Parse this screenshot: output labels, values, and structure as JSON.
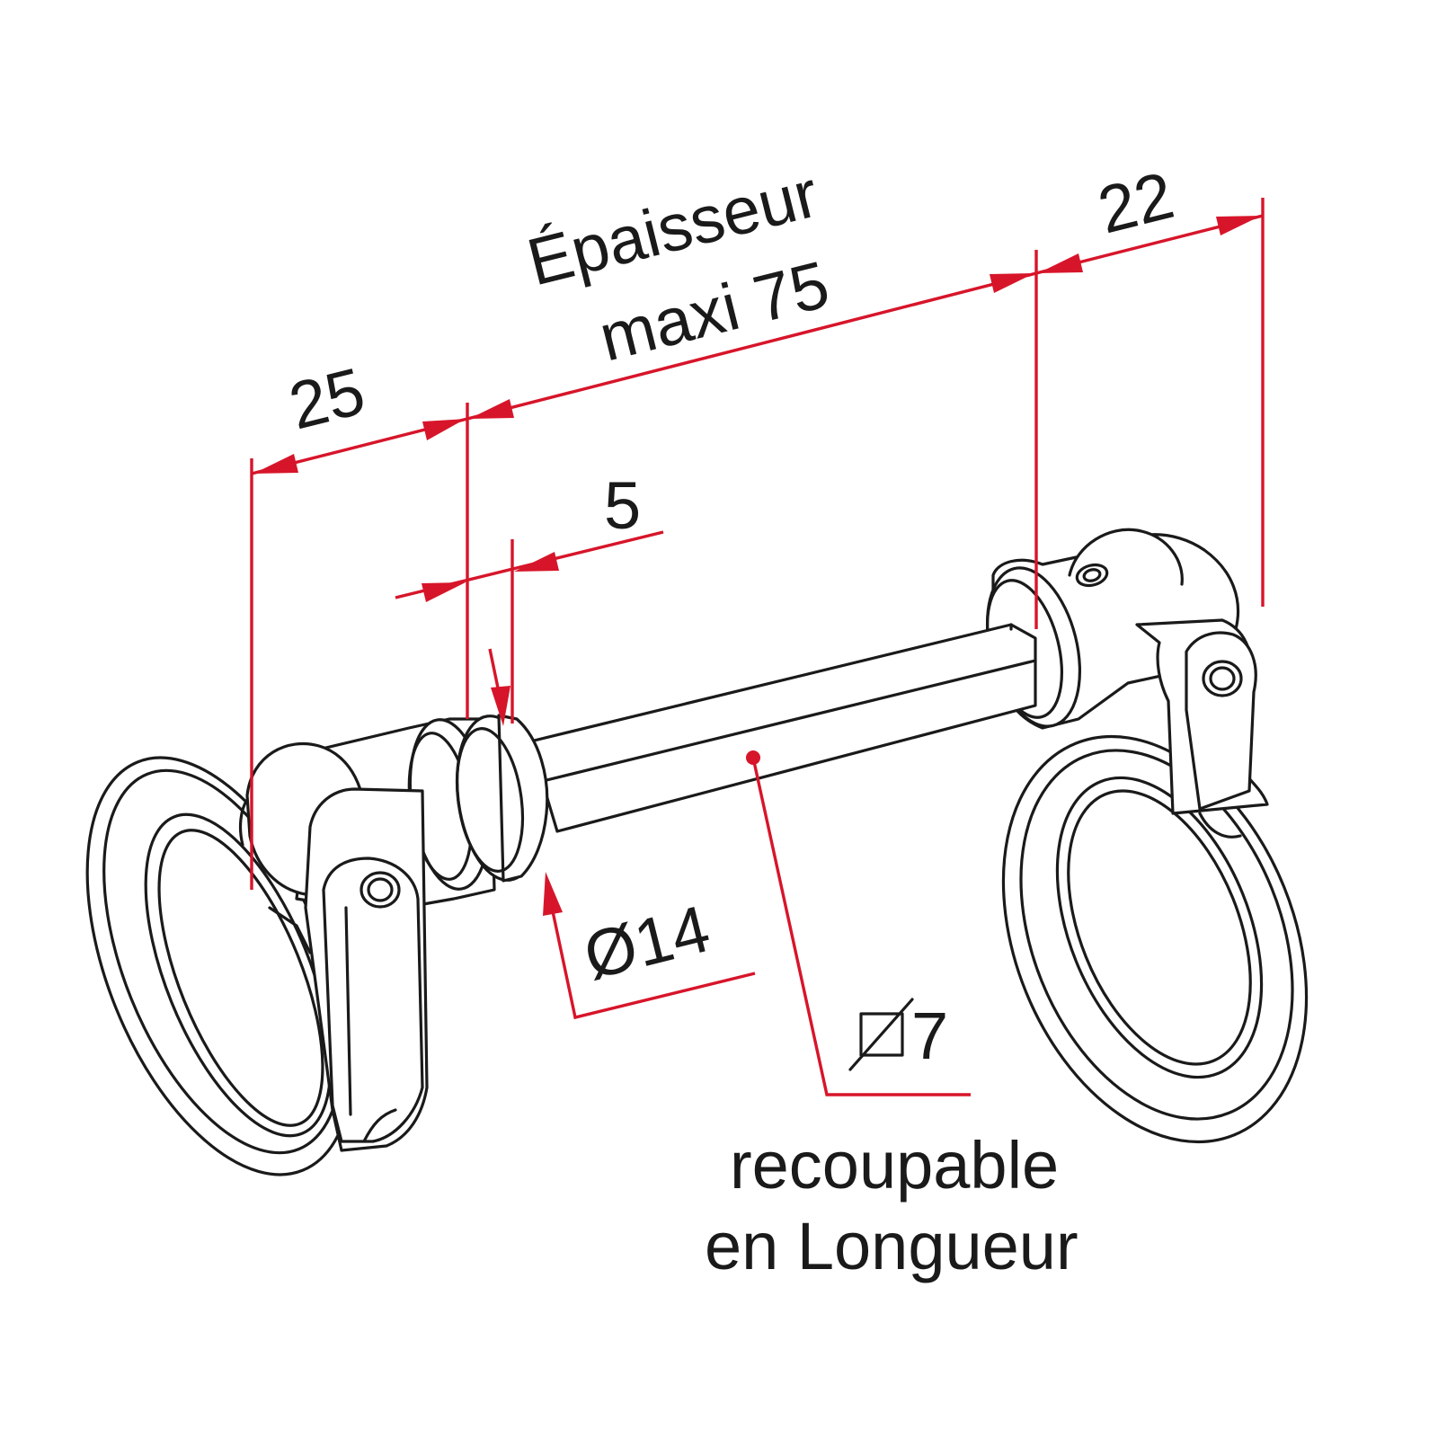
{
  "dimensions": {
    "left_handle": "25",
    "thickness_line1": "Épaisseur",
    "thickness_line2": "maxi 75",
    "collar": "5",
    "right_handle": "22",
    "collar_diameter": "Ø14",
    "square_label": "7"
  },
  "note": {
    "line1": "recoupable",
    "line2": "en Longueur"
  },
  "colors": {
    "dimension": "#d7152a",
    "outline": "#1a1a1a",
    "background": "#ffffff"
  }
}
